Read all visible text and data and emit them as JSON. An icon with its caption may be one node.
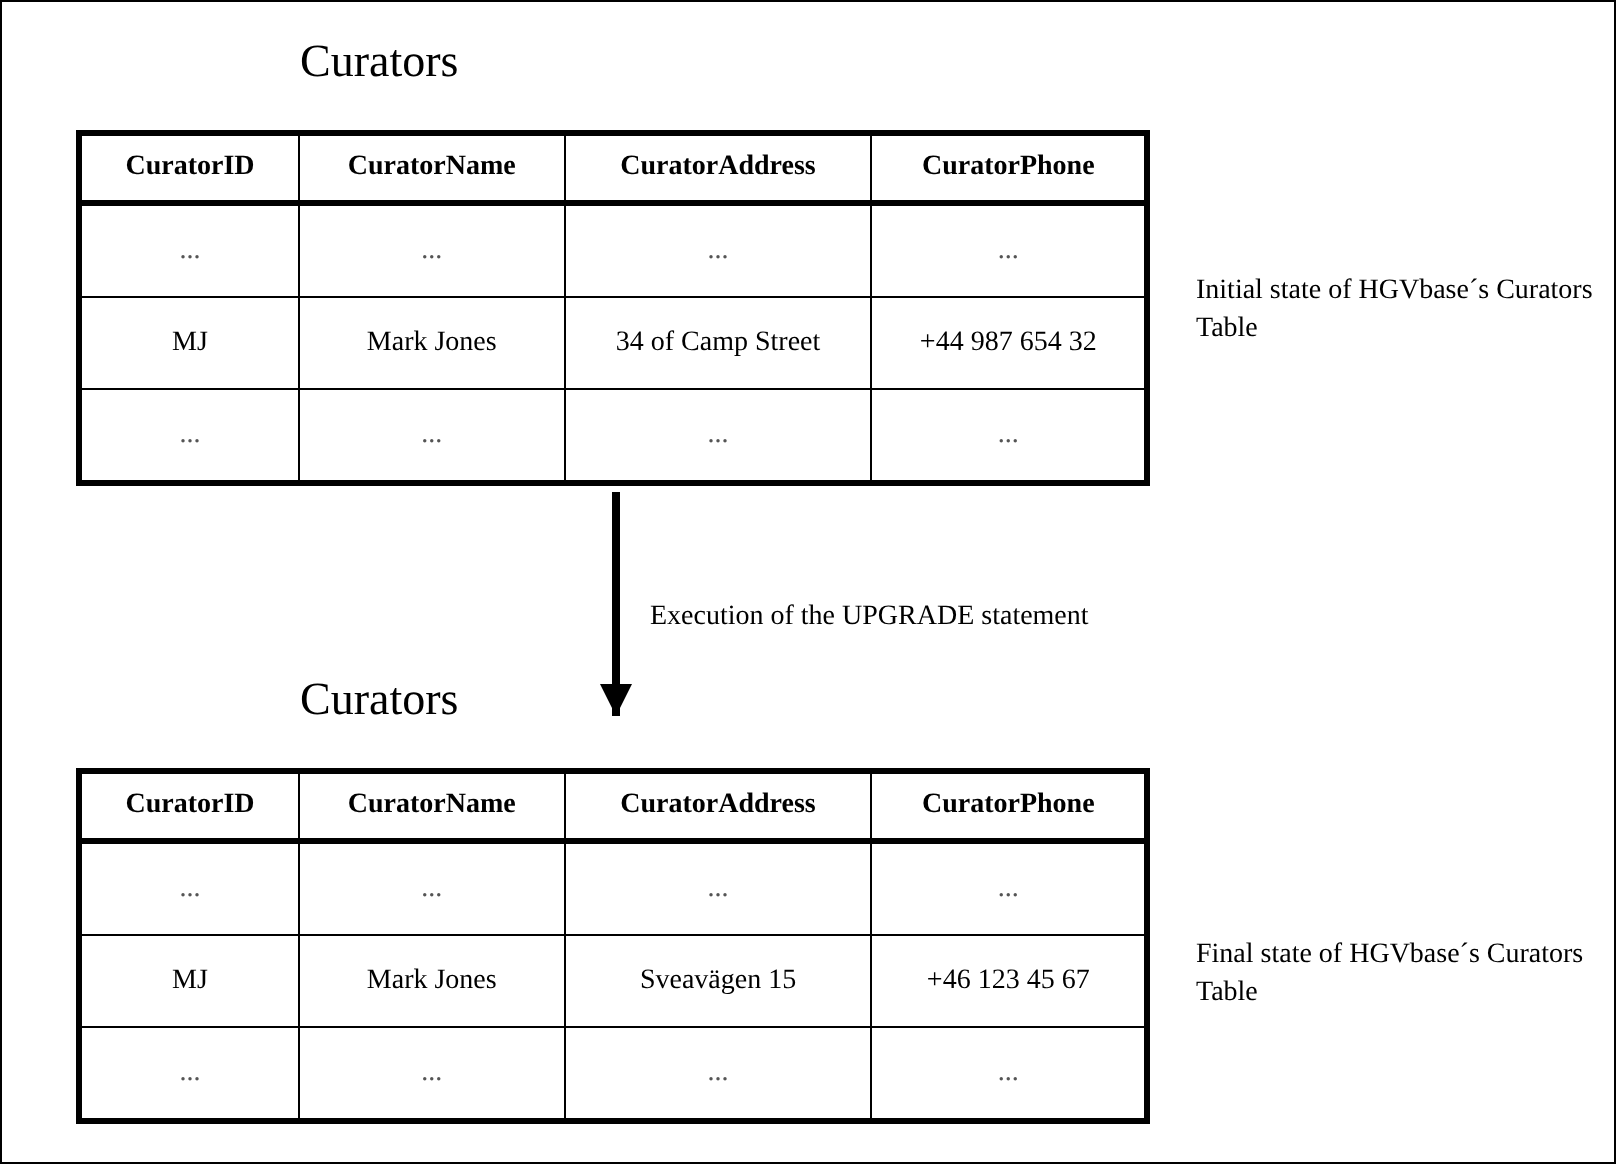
{
  "diagram": {
    "nodes": [
      {
        "text": [
          "Curators",
          "CuratorID",
          "CuratorName",
          "CuratorAddress",
          "CuratorPhone",
          "...",
          "...",
          "...",
          "...",
          "MJ",
          "Mark Jones",
          "34 of Camp Street",
          "+44 987 654 32",
          "...",
          "...",
          "...",
          "..."
        ],
        "beside": [
          "Initial state of HGVbase´s Curators Table"
        ]
      },
      {
        "text": [
          "Curators",
          "CuratorID",
          "CuratorName",
          "CuratorAddress",
          "CuratorPhone",
          "...",
          "...",
          "...",
          "...",
          "MJ",
          "Mark Jones",
          "Sveavägen 15",
          "+46 123 45 67",
          "...",
          "...",
          "...",
          "..."
        ],
        "beside": [
          "Final state of HGVbase´s Curators Table"
        ]
      }
    ],
    "edges": [
      {
        "from": 0,
        "to": 1,
        "arrow": "to",
        "label": "Execution of the UPGRADE statement"
      }
    ]
  }
}
